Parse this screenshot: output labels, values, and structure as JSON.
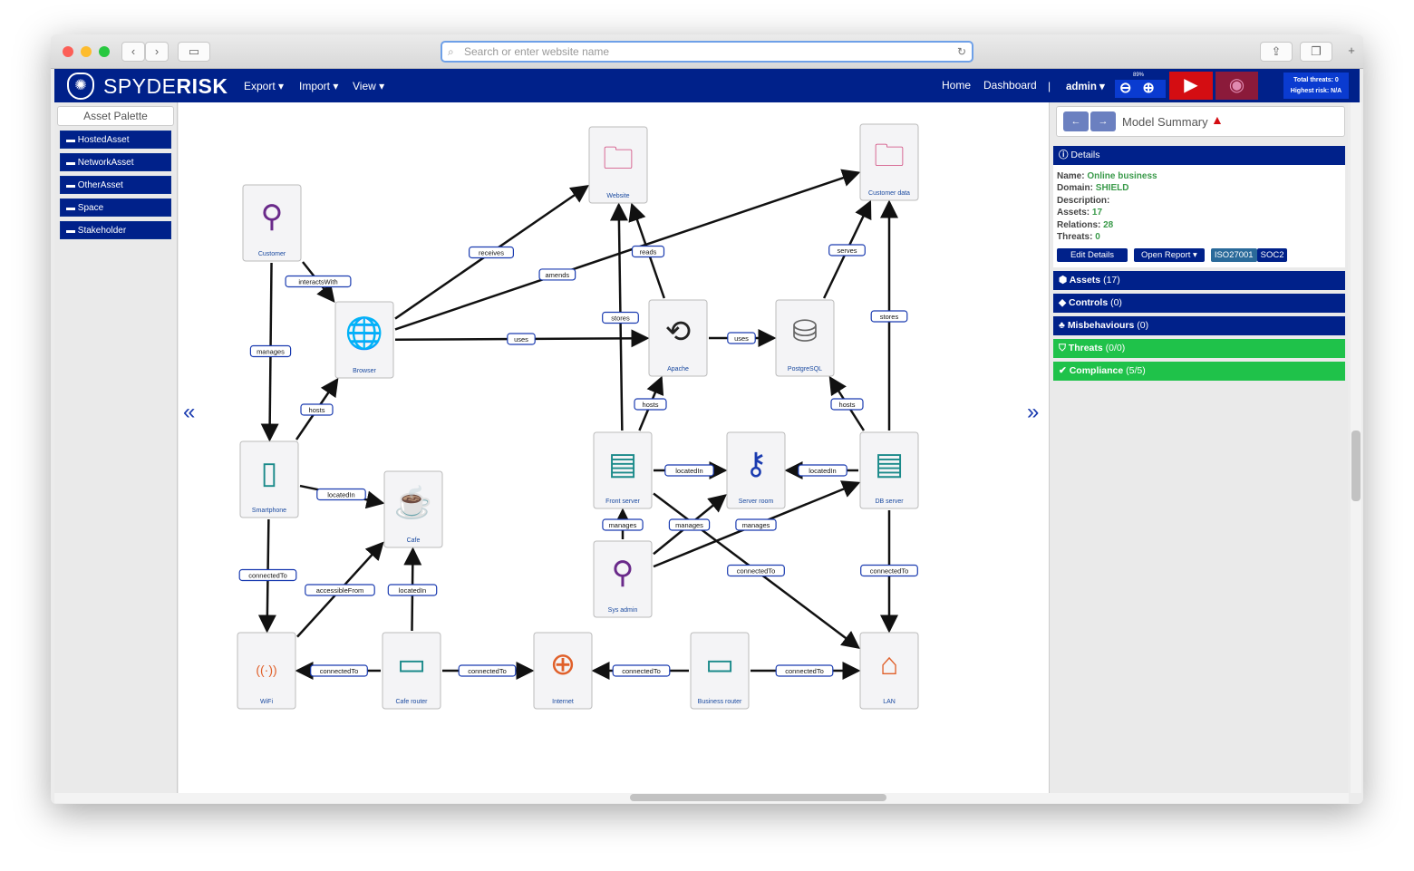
{
  "browser": {
    "url_placeholder": "Search or enter website name"
  },
  "nav": {
    "brand_light": "SPYDE",
    "brand_bold": "RISK",
    "menus": [
      "Export ▾",
      "Import ▾",
      "View ▾"
    ],
    "home": "Home",
    "dashboard": "Dashboard",
    "separator": "|",
    "user": "admin ▾",
    "zoom": "89%",
    "total_threats": "Total threats: 0",
    "highest_risk": "Highest risk: N/A"
  },
  "palette": {
    "title": "Asset Palette",
    "items": [
      "HostedAsset",
      "NetworkAsset",
      "OtherAsset",
      "Space",
      "Stakeholder"
    ]
  },
  "panel": {
    "title": "Model Summary",
    "details_header": "Details",
    "details": [
      {
        "k": "Name: ",
        "v": "Online business"
      },
      {
        "k": "Domain: ",
        "v": "SHIELD"
      },
      {
        "k": "Description:",
        "v": ""
      },
      {
        "k": "Assets: ",
        "v": "17"
      },
      {
        "k": "Relations: ",
        "v": "28"
      },
      {
        "k": "Threats: ",
        "v": "0"
      }
    ],
    "edit": "Edit Details",
    "report": "Open Report ▾",
    "std1": "ISO27001",
    "std2": "SOC2",
    "sections": [
      {
        "label": "Assets",
        "count": "(17)",
        "icon": "cube-icon",
        "color": "blue"
      },
      {
        "label": "Controls",
        "count": "(0)",
        "icon": "tag-icon",
        "color": "blue"
      },
      {
        "label": "Misbehaviours",
        "count": "(0)",
        "icon": "sitemap-icon",
        "color": "blue"
      },
      {
        "label": "Threats",
        "count": "(0/0)",
        "icon": "shield-icon",
        "color": "green"
      },
      {
        "label": "Compliance",
        "count": "(5/5)",
        "icon": "check-icon",
        "color": "green"
      }
    ]
  },
  "colors": {
    "nav": "#00218a",
    "green": "#1fc24a",
    "play": "#d40d12",
    "play2": "#8b1a3a",
    "value": "#3a9a4a"
  },
  "diagram": {
    "nodes": [
      {
        "id": "website",
        "label": "Website",
        "icon": "folder-icon"
      },
      {
        "id": "custdata",
        "label": "Customer data",
        "icon": "folder-icon"
      },
      {
        "id": "customer",
        "label": "Customer",
        "icon": "person-icon"
      },
      {
        "id": "browser",
        "label": "Browser",
        "icon": "globe-icon"
      },
      {
        "id": "apache",
        "label": "Apache",
        "icon": "process-icon"
      },
      {
        "id": "postgres",
        "label": "PostgreSQL",
        "icon": "database-icon"
      },
      {
        "id": "smartphone",
        "label": "Smartphone",
        "icon": "phone-icon"
      },
      {
        "id": "cafe",
        "label": "Cafe",
        "icon": "cup-icon"
      },
      {
        "id": "front",
        "label": "Front server",
        "icon": "server-icon"
      },
      {
        "id": "room",
        "label": "Server room",
        "icon": "keyhole-icon"
      },
      {
        "id": "db",
        "label": "DB server",
        "icon": "server-icon"
      },
      {
        "id": "sysadmin",
        "label": "Sys admin",
        "icon": "person-icon"
      },
      {
        "id": "wifi",
        "label": "WiFi",
        "icon": "wifi-icon"
      },
      {
        "id": "caferouter",
        "label": "Cafe router",
        "icon": "router-icon"
      },
      {
        "id": "internet",
        "label": "Internet",
        "icon": "internet-icon"
      },
      {
        "id": "bizrouter",
        "label": "Business router",
        "icon": "router-icon"
      },
      {
        "id": "lan",
        "label": "LAN",
        "icon": "lan-icon"
      }
    ],
    "edges": [
      {
        "from": "customer",
        "to": "browser",
        "label": "interactsWith"
      },
      {
        "from": "customer",
        "to": "smartphone",
        "label": "manages"
      },
      {
        "from": "browser",
        "to": "website",
        "label": "receives"
      },
      {
        "from": "browser",
        "to": "custdata",
        "label": "amends"
      },
      {
        "from": "browser",
        "to": "apache",
        "label": "uses"
      },
      {
        "from": "front",
        "to": "website",
        "label": "stores"
      },
      {
        "from": "apache",
        "to": "website",
        "label": "reads"
      },
      {
        "from": "apache",
        "to": "postgres",
        "label": "uses"
      },
      {
        "from": "postgres",
        "to": "custdata",
        "label": "serves"
      },
      {
        "from": "db",
        "to": "custdata",
        "label": "stores"
      },
      {
        "from": "smartphone",
        "to": "browser",
        "label": "hosts"
      },
      {
        "from": "front",
        "to": "apache",
        "label": "hosts"
      },
      {
        "from": "db",
        "to": "postgres",
        "label": "hosts"
      },
      {
        "from": "smartphone",
        "to": "cafe",
        "label": "locatedIn"
      },
      {
        "from": "smartphone",
        "to": "wifi",
        "label": "connectedTo"
      },
      {
        "from": "wifi",
        "to": "cafe",
        "label": "accessibleFrom"
      },
      {
        "from": "caferouter",
        "to": "cafe",
        "label": "locatedIn"
      },
      {
        "from": "caferouter",
        "to": "wifi",
        "label": "connectedTo"
      },
      {
        "from": "caferouter",
        "to": "internet",
        "label": "connectedTo"
      },
      {
        "from": "bizrouter",
        "to": "internet",
        "label": "connectedTo"
      },
      {
        "from": "bizrouter",
        "to": "lan",
        "label": "connectedTo"
      },
      {
        "from": "db",
        "to": "lan",
        "label": "connectedTo"
      },
      {
        "from": "front",
        "to": "room",
        "label": "locatedIn"
      },
      {
        "from": "db",
        "to": "room",
        "label": "locatedIn"
      },
      {
        "from": "sysadmin",
        "to": "front",
        "label": "manages"
      },
      {
        "from": "sysadmin",
        "to": "room",
        "label": "manages"
      },
      {
        "from": "sysadmin",
        "to": "db",
        "label": "manages"
      },
      {
        "from": "front",
        "to": "lan",
        "label": "connectedTo"
      }
    ]
  }
}
